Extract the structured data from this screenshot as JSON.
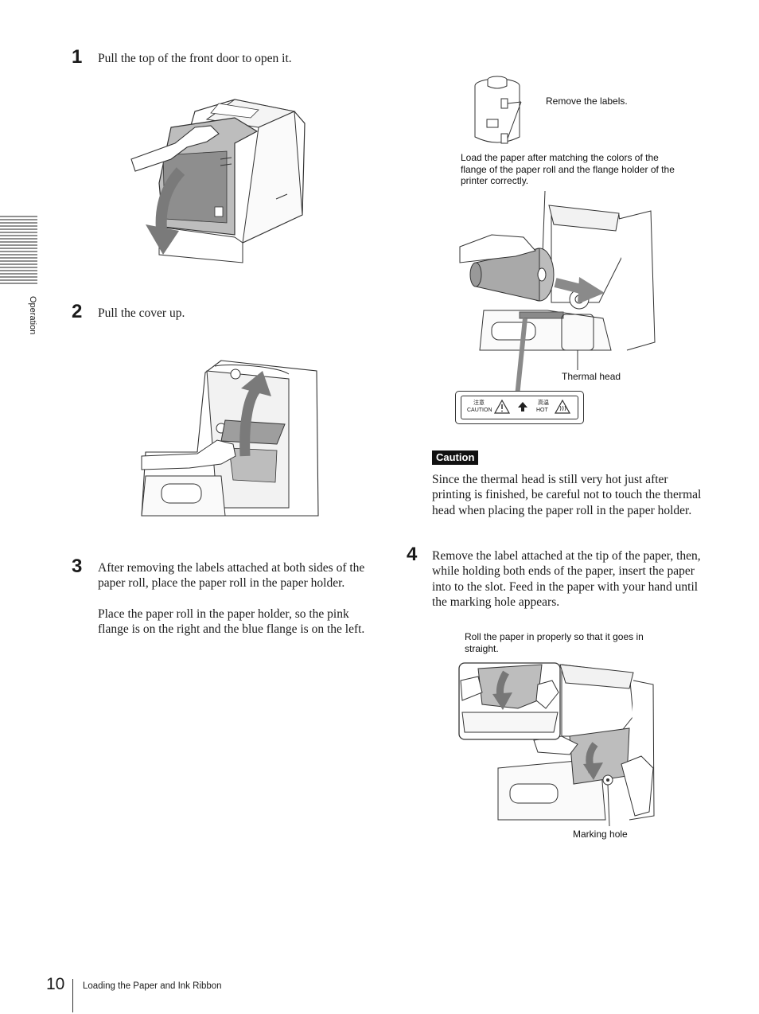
{
  "side_tab": {
    "label": "Operation"
  },
  "steps": [
    {
      "number": "1",
      "text": "Pull the top of the front door to open it."
    },
    {
      "number": "2",
      "text": "Pull the cover up."
    },
    {
      "number": "3",
      "paragraphs": [
        "After removing the labels attached at both sides of the paper roll, place the paper roll in the paper holder.",
        "Place the paper roll in the paper holder, so the pink flange is on the right and the blue flange is on the left."
      ]
    },
    {
      "number": "4",
      "text": "Remove the label attached at the tip of the paper, then, while holding both ends of the paper, insert the paper into to the slot. Feed in the paper with your hand until the marking hole appears."
    }
  ],
  "figure_roll": {
    "remove_labels": "Remove the labels.",
    "load_paper": "Load the paper after matching the colors of the flange of the paper roll and the flange holder of the printer correctly.",
    "thermal_head": "Thermal head",
    "warning_label": {
      "caution_jp": "注意",
      "caution_en": "CAUTION",
      "hot_jp": "高温",
      "hot_en": "HOT"
    }
  },
  "caution": {
    "badge": "Caution",
    "text": "Since the thermal head is still very hot just after printing is finished, be careful not to touch the thermal head when placing the paper roll in the paper holder."
  },
  "figure_feed": {
    "roll_properly": "Roll the paper in properly so that it goes in straight.",
    "marking_hole": "Marking hole"
  },
  "footer": {
    "page_number": "10",
    "section_title": "Loading the Paper and Ink Ribbon"
  }
}
